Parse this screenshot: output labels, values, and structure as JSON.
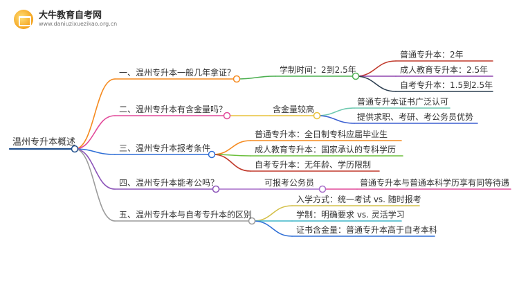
{
  "brand": {
    "title": "大牛教育自考网",
    "url": "www.daniuzixuezikao.org.cn"
  },
  "colors": {
    "root": "#1f4e8c",
    "branch1": "#f58a1f",
    "branch2": "#e24a9a",
    "branch3": "#2f6fd6",
    "branch4": "#8c54b9",
    "branch5": "#9c9c9c",
    "sub1_1": "#4caf50",
    "leaf1_1": "#c0392b",
    "leaf1_2": "#8e44ad",
    "leaf1_3": "#2c3e50",
    "sub2_1": "#e9c23c",
    "leaf2_1": "#6fc9b0",
    "leaf2_2": "#3b5fd1",
    "leaf3_1": "#f58a1f",
    "leaf3_2": "#6bbf3b",
    "leaf3_3": "#c0392b",
    "sub4_1": "#a56bc9",
    "leaf4_1": "#e24a9a",
    "leaf5_1": "#d4c04a",
    "leaf5_2": "#3fb6c9",
    "leaf5_3": "#2f6fd6"
  },
  "mindmap": {
    "root": "温州专升本概述",
    "branches": [
      {
        "label": "一、温州专升本一般几年拿证？",
        "sub": "学制时间：2到2.5年",
        "leaves": [
          "普通专升本：2年",
          "成人教育专升本：2.5年",
          "自考专升本：1.5到2.5年"
        ]
      },
      {
        "label": "二、温州专升本有含金量吗？",
        "sub": "含金量较高",
        "leaves": [
          "普通专升本证书广泛认可",
          "提供求职、考研、考公务员优势"
        ]
      },
      {
        "label": "三、温州专升本报考条件",
        "leaves": [
          "普通专升本：全日制专科应届毕业生",
          "成人教育专升本：国家承认的专科学历",
          "自考专升本：无年龄、学历限制"
        ]
      },
      {
        "label": "四、温州专升本能考公吗？",
        "sub": "可报考公务员",
        "leaves": [
          "普通专升本与普通本科学历享有同等待遇"
        ]
      },
      {
        "label": "五、温州专升本与自考专升本的区别",
        "leaves": [
          "入学方式：统一考试 vs. 随时报考",
          "学制：明确要求 vs. 灵活学习",
          "证书含金量：普通专升本高于自考本科"
        ]
      }
    ]
  }
}
